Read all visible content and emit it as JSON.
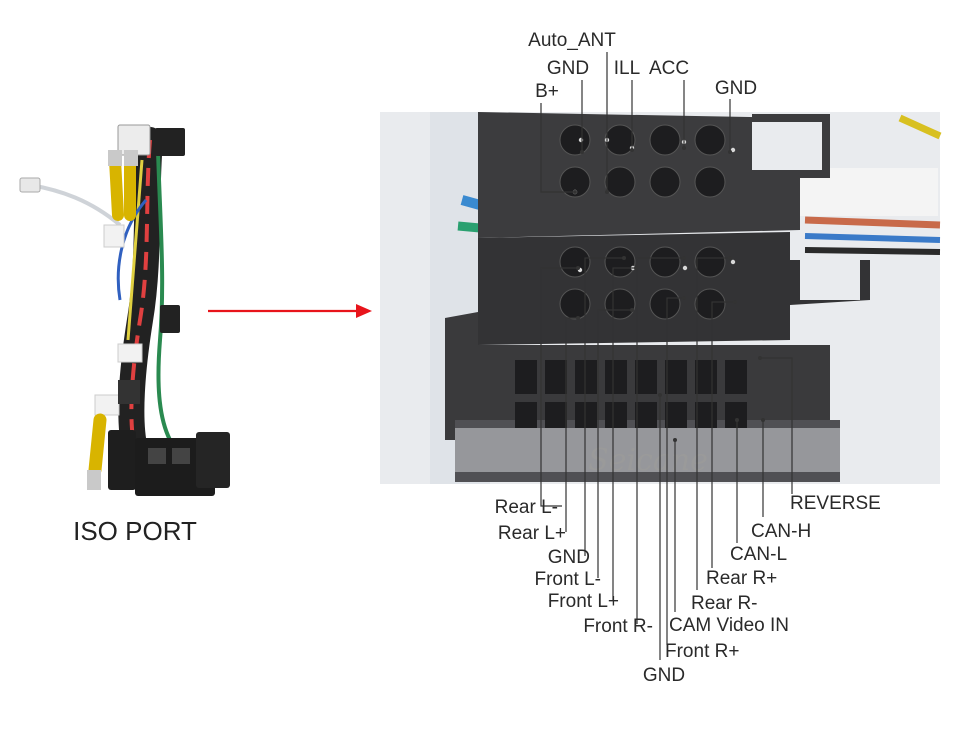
{
  "left_panel": {
    "title": "ISO PORT"
  },
  "photo": {
    "watermark": "Seicane"
  },
  "pins": {
    "top": [
      {
        "label": "Auto_ANT"
      },
      {
        "label": "GND"
      },
      {
        "label": "ILL"
      },
      {
        "label": "ACC"
      },
      {
        "label": "B+"
      },
      {
        "label": "GND"
      }
    ],
    "bottom": [
      {
        "label": "Rear L-"
      },
      {
        "label": "Rear L+"
      },
      {
        "label": "GND"
      },
      {
        "label": "Front L-"
      },
      {
        "label": "Front L+"
      },
      {
        "label": "Front R-"
      },
      {
        "label": "GND"
      },
      {
        "label": "Front R+"
      },
      {
        "label": "CAM Video IN"
      },
      {
        "label": "Rear R-"
      },
      {
        "label": "Rear R+"
      },
      {
        "label": "CAN-L"
      },
      {
        "label": "CAN-H"
      },
      {
        "label": "REVERSE"
      }
    ]
  },
  "colors": {
    "arrow": "#e8141b",
    "connector": "#3c3c3e",
    "photo_bg": "#e9ebee"
  }
}
